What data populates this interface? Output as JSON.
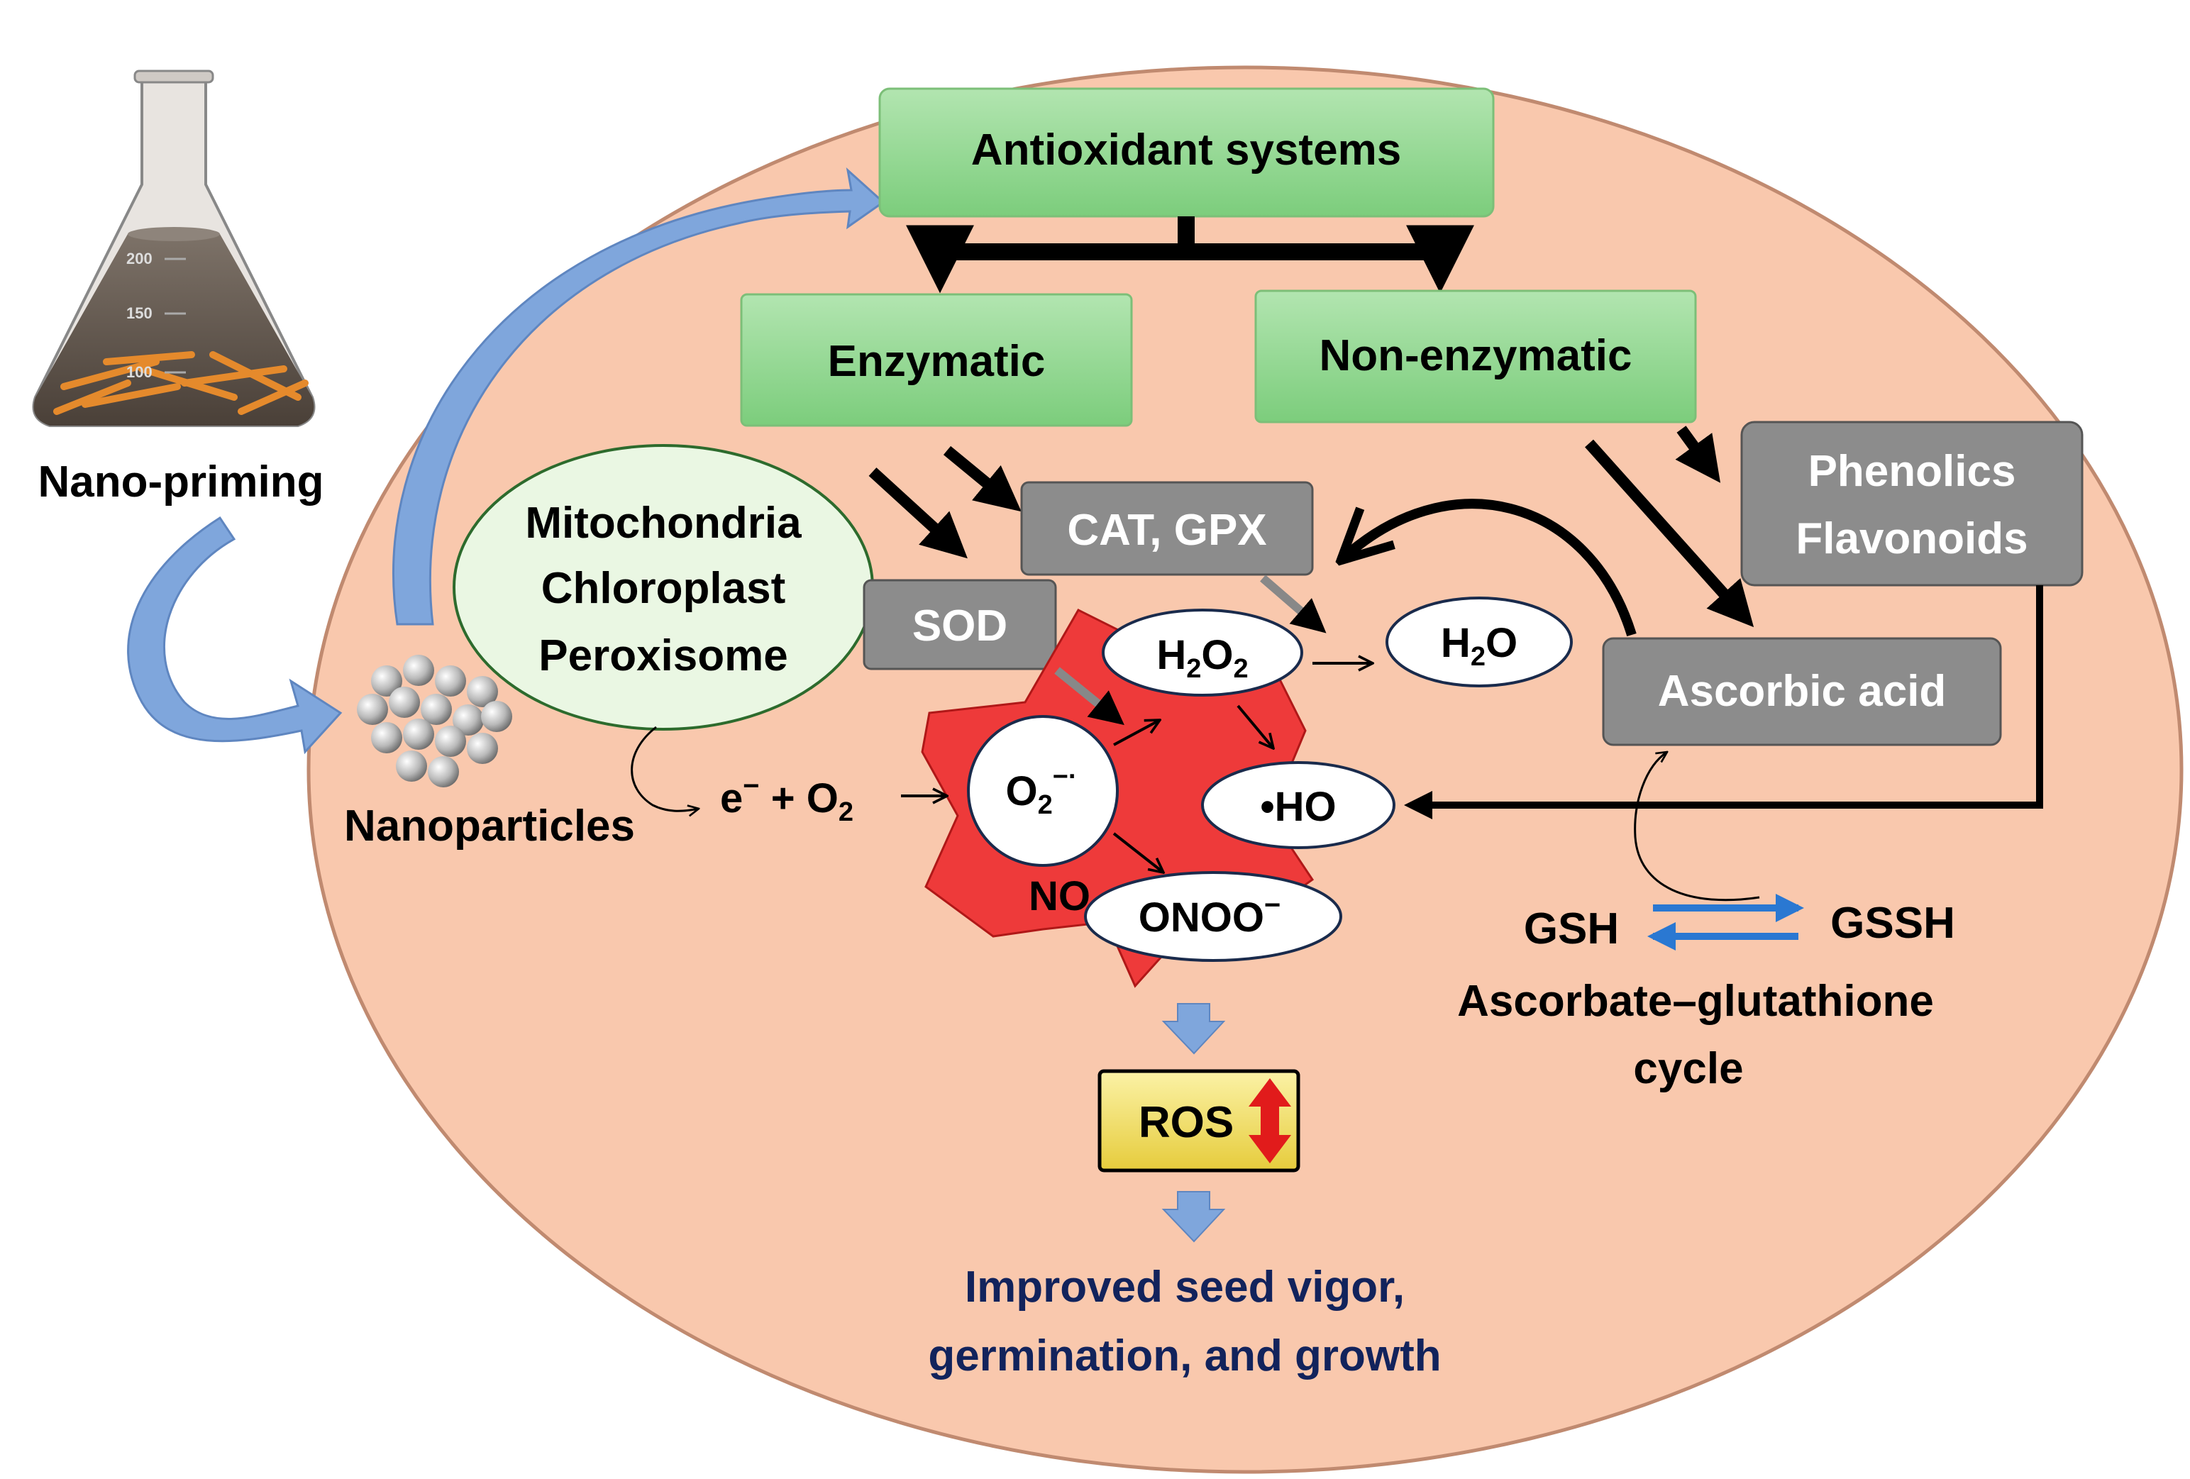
{
  "labels": {
    "nano_priming": "Nano-priming",
    "nanoparticles": "Nanoparticles",
    "antioxidant_systems": "Antioxidant systems",
    "enzymatic": "Enzymatic",
    "non_enzymatic": "Non-enzymatic",
    "organelles": [
      "Mitochondria",
      "Chloroplast",
      "Peroxisome"
    ],
    "cat_gpx": "CAT, GPX",
    "sod": "SOD",
    "phenolics_flavonoids": [
      "Phenolics",
      "Flavonoids"
    ],
    "ascorbic_acid": "Ascorbic acid",
    "h2o2": {
      "base": "H",
      "sub1": "2",
      "mid": "O",
      "sub2": "2"
    },
    "h2o": {
      "base": "H",
      "sub": "2",
      "tail": "O"
    },
    "electron_reaction": {
      "e": "e",
      "e_sup": "−",
      "plus": " + O",
      "o_sub": "2"
    },
    "superoxide": {
      "base": "O",
      "sub": "2",
      "sup": "−·"
    },
    "hydroxyl": "•HO",
    "no": "NO",
    "peroxynitrite": {
      "base": "ONOO",
      "sup": "−"
    },
    "gsh": "GSH",
    "gssh": "GSSH",
    "ascorbate_glutathione": "Ascorbate–glutathione",
    "cycle": "cycle",
    "ros": "ROS",
    "outcome": [
      "Improved seed vigor,",
      "germination, and growth"
    ],
    "flask_ticks": [
      "200",
      "150",
      "100"
    ]
  },
  "colors": {
    "cell_fill": "#f9c8ad",
    "green_box": "#8fd68f",
    "grey_box": "#8c8c8c",
    "organelle_fill": "#eaf7e3",
    "ros_star": "#ee3a3a",
    "ros_box": "#f3e267",
    "outcome_text": "#12235c",
    "blue_arrow": "#7fa6dc",
    "cycle_arrow": "#2a78d2"
  }
}
